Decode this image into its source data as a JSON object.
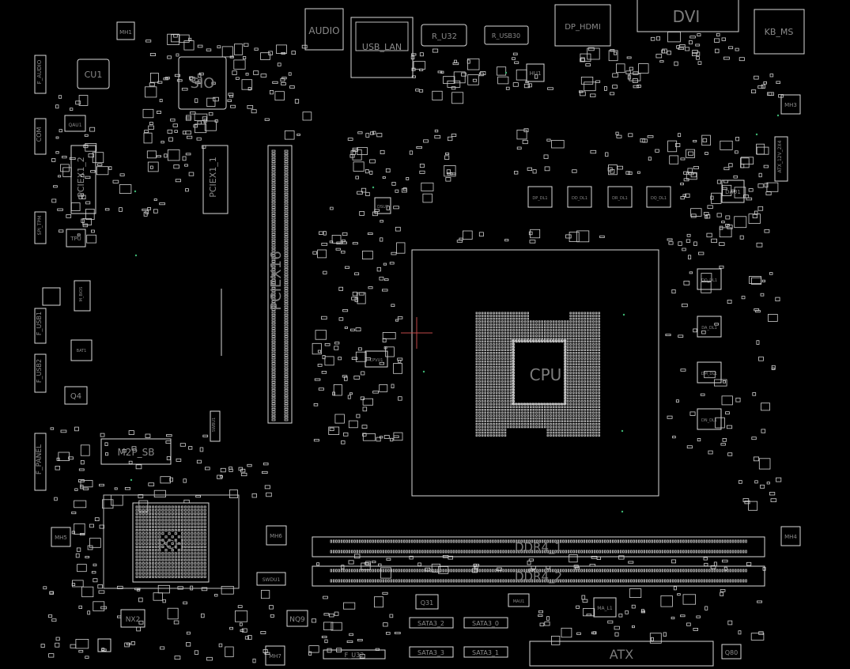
{
  "board": {
    "view": "PCB component placement layout",
    "colors": {
      "background": "#000000",
      "outline": "#d8d8d8",
      "label": "#8a8a8a",
      "marker": "#c04848",
      "via": "#3cb371"
    },
    "rear_io": [
      "AUDIO",
      "USB_LAN",
      "R_U32",
      "R_USB30",
      "DP_HDMI",
      "DVI",
      "KB_MS"
    ],
    "mounting_holes": [
      "MH1",
      "MH3",
      "MH4",
      "MH5",
      "MH6",
      "MH7"
    ],
    "labels": {
      "sio": "SIO",
      "cu1": "CU1",
      "qau1": "QAU1",
      "com": "COM",
      "f_audio": "F_AUDIO",
      "pciex1_2": "PCIEX1_2",
      "pciex1_1": "PCIEX1_1",
      "pciex16": "PCIEX16",
      "spi_tpm": "SPI_TPM",
      "tpu": "TPU",
      "m_bios": "M_BIOS",
      "bat1": "BAT1",
      "f_usb1": "F_USB1",
      "f_usb2": "F_USB2",
      "q4": "Q4",
      "f_panel": "F_PANEL",
      "m2p_sb": "M2P_SB",
      "swbu1": "SWBU1",
      "swdu1": "SWDU1",
      "pch": "PCH",
      "nx2": "NX2",
      "nq9": "NQ9",
      "f_u32": "F_U32",
      "hu1": "HU1",
      "cpu": "CPU",
      "dsu1": "DSU1",
      "cpvu1": "CPVU1",
      "dau1": "DAU1",
      "atx12v": "ATX_12V_2X4",
      "dp_dl1": "DP_DL1",
      "dd_dl1": "DD_DL1",
      "dr_dl1": "DR_DL1",
      "dq_dl1": "DQ_DL1",
      "da_dl1": "DA_DL1",
      "dm_dl1": "DM_DL1",
      "dn_dl1": "DN_DL1",
      "ddr4_1": "DDR4_1",
      "ddr4_2": "DDR4_2",
      "q31": "Q31",
      "mau1": "MAU1",
      "ma_l1": "MA_L1",
      "sata3_2": "SATA3_2",
      "sata3_0": "SATA3_0",
      "sata3_3": "SATA3_3",
      "sata3_1": "SATA3_1",
      "atx": "ATX",
      "q80": "Q80"
    }
  }
}
